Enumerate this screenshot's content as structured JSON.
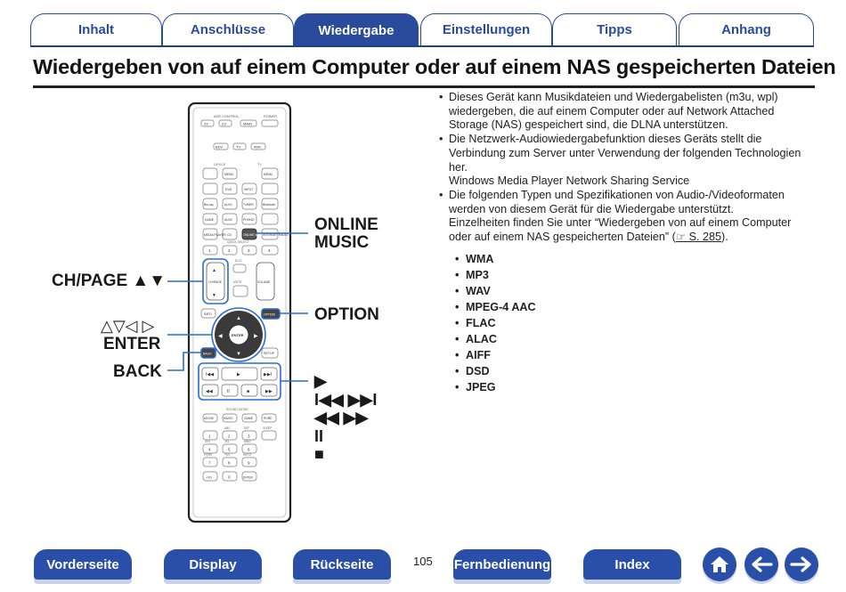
{
  "tabs": [
    {
      "label": "Inhalt"
    },
    {
      "label": "Anschlüsse"
    },
    {
      "label": "Wiedergabe"
    },
    {
      "label": "Einstellungen"
    },
    {
      "label": "Tipps"
    },
    {
      "label": "Anhang"
    }
  ],
  "title": "Wiedergeben von auf einem Computer oder auf einem NAS gespeicherten Dateien",
  "callouts": {
    "chpage": "CH/PAGE ▲▼",
    "arrows": "△▽◁ ▷",
    "enter": "ENTER",
    "back": "BACK",
    "online1": "ONLINE",
    "online2": "MUSIC",
    "option": "OPTION",
    "play": "▶",
    "skip": "I◀◀ ▶▶I",
    "seek": "◀◀ ▶▶",
    "pause": "II",
    "stop": "■"
  },
  "remote": {
    "avr_control": "AVR CONTROL",
    "power": "POWER",
    "row1": [
      "Z2",
      "Z3",
      "MAIN"
    ],
    "row2": [
      "BDV",
      "TV",
      "AVR"
    ],
    "device": "DEVICE",
    "tv": "TV",
    "menu": "MENU",
    "r4": [
      "DVD",
      "INPUT"
    ],
    "r5": [
      "Blu-ray",
      "AUX1",
      "TUNER",
      "Bluetooth"
    ],
    "r6": [
      "GAME",
      "AUX2",
      "PHONO"
    ],
    "r7": [
      "MEDIA PLAYER",
      "CD",
      "ONLINE MUSIC",
      "INTERNET RADIO"
    ],
    "quick_select": "QUICK SELECT",
    "qs": [
      "1",
      "2",
      "3",
      "4"
    ],
    "eco": "ECO",
    "mute": "MUTE",
    "volume": "VOLUME",
    "chpage": "CH/PAGE",
    "info": "INFO",
    "option": "OPTION",
    "enter": "ENTER",
    "back": "BACK",
    "setup": "SETUP",
    "sound_mode": "SOUND MODE",
    "sm": [
      "MOVIE",
      "MUSIC",
      "GAME",
      "PURE"
    ],
    "keypad": [
      "1",
      "2",
      "3",
      "4",
      "5",
      "6",
      "7",
      "8",
      "9",
      "+10",
      "0",
      "ENTER"
    ],
    "keypad_top": [
      "",
      "ABC",
      "DEF",
      "SLEEP",
      "GHI",
      "JKL",
      "MNO",
      "",
      "PQRS",
      "TUV",
      "WXYZ"
    ]
  },
  "content": {
    "b1": "Dieses Gerät kann Musikdateien und Wiedergabelisten (m3u, wpl) wiedergeben, die auf einem Computer oder auf Network Attached Storage (NAS) gespeichert sind, die DLNA unterstützen.",
    "b2": "Die Netzwerk-Audiowiedergabefunktion dieses Geräts stellt die Verbindung zum Server unter Verwendung der folgenden Technologien her.",
    "b2_extra": "Windows Media Player Network Sharing Service",
    "b3": "Die folgenden Typen und Spezifikationen von Audio-/Videoformaten werden von diesem Gerät für die Wiedergabe unterstützt.",
    "b3_extra_pre": "Einzelheiten finden Sie unter “Wiedergeben von auf einem Computer oder auf einem NAS gespeicherten Dateien” (",
    "b3_link": "☞ S. 285",
    "b3_extra_post": ").",
    "formats": [
      "WMA",
      "MP3",
      "WAV",
      "MPEG-4 AAC",
      "FLAC",
      "ALAC",
      "AIFF",
      "DSD",
      "JPEG"
    ]
  },
  "footer": {
    "buttons": [
      "Vorderseite",
      "Display",
      "Rückseite",
      "Fernbedienung",
      "Index"
    ],
    "page": "105"
  },
  "colors": {
    "accent": "#2a4fa8",
    "callout_line": "#2a6bd6"
  }
}
